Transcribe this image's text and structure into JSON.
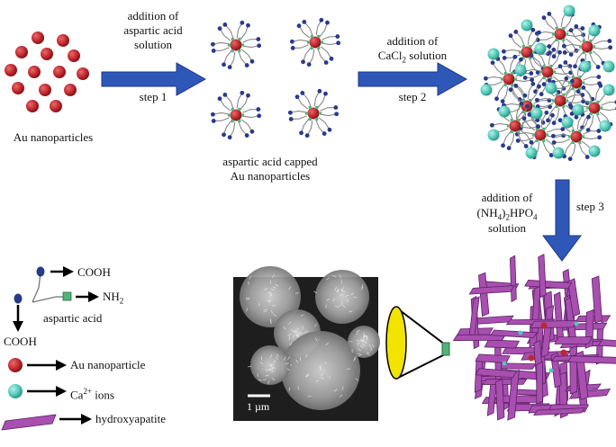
{
  "colors": {
    "gold_particle": "#c0272d",
    "calcium_ion": "#4fc9b8",
    "hydroxyapatite": "#a84fb0",
    "arrow_blue": "#2f57b8",
    "carboxyl_node": "#2a3a8a",
    "amine_node": "#52b37a",
    "cone_yellow": "#f2e300"
  },
  "labels": {
    "au_nanoparticles": "Au nanoparticles",
    "step1_line1": "addition of",
    "step1_line2": "aspartic acid",
    "step1_line3": "solution",
    "step1": "step 1",
    "capped_line1": "aspartic acid capped",
    "capped_line2": "Au nanoparticles",
    "step2_line1": "addition of",
    "step2_cacl_prefix": "CaCl",
    "step2_cacl_sub": "2",
    "step2_cacl_suffix": " solution",
    "step2": "step 2",
    "step3_line1": "addition of",
    "step3_nh": "(NH",
    "step3_nh_sub": "4",
    "step3_close": ")",
    "step3_close_sub": "2",
    "step3_hpo": "HPO",
    "step3_hpo_sub": "4",
    "step3_line3": "solution",
    "step3": "step 3",
    "scale_bar": "1 µm"
  },
  "legend": {
    "cooh_top": "COOH",
    "nh2_prefix": "NH",
    "nh2_sub": "2",
    "aspartic_acid": "aspartic acid",
    "cooh_bottom": "COOH",
    "au_nanoparticle": "Au nanoparticle",
    "ca_prefix": "Ca",
    "ca_sup": "2+",
    "ca_suffix": " ions",
    "hydroxyapatite": "hydroxyapatite"
  }
}
